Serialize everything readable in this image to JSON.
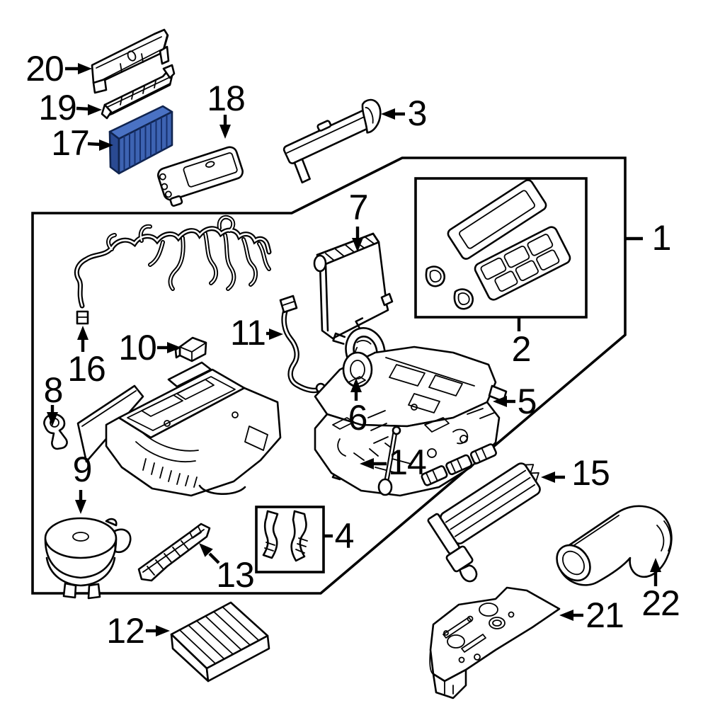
{
  "diagram": {
    "kind": "exploded-parts-diagram",
    "background_color": "#ffffff",
    "line_color": "#000000",
    "highlight_color": "#3d63b2",
    "highlighted_callout": "17",
    "callout_count": 22
  },
  "callouts": [
    {
      "id": "1",
      "label": "1"
    },
    {
      "id": "2",
      "label": "2"
    },
    {
      "id": "3",
      "label": "3"
    },
    {
      "id": "4",
      "label": "4"
    },
    {
      "id": "5",
      "label": "5"
    },
    {
      "id": "6",
      "label": "6"
    },
    {
      "id": "7",
      "label": "7"
    },
    {
      "id": "8",
      "label": "8"
    },
    {
      "id": "9",
      "label": "9"
    },
    {
      "id": "10",
      "label": "10"
    },
    {
      "id": "11",
      "label": "11"
    },
    {
      "id": "12",
      "label": "12"
    },
    {
      "id": "13",
      "label": "13"
    },
    {
      "id": "14",
      "label": "14"
    },
    {
      "id": "15",
      "label": "15"
    },
    {
      "id": "16",
      "label": "16"
    },
    {
      "id": "17",
      "label": "17"
    },
    {
      "id": "18",
      "label": "18"
    },
    {
      "id": "19",
      "label": "19"
    },
    {
      "id": "20",
      "label": "20"
    },
    {
      "id": "21",
      "label": "21"
    },
    {
      "id": "22",
      "label": "22"
    }
  ]
}
